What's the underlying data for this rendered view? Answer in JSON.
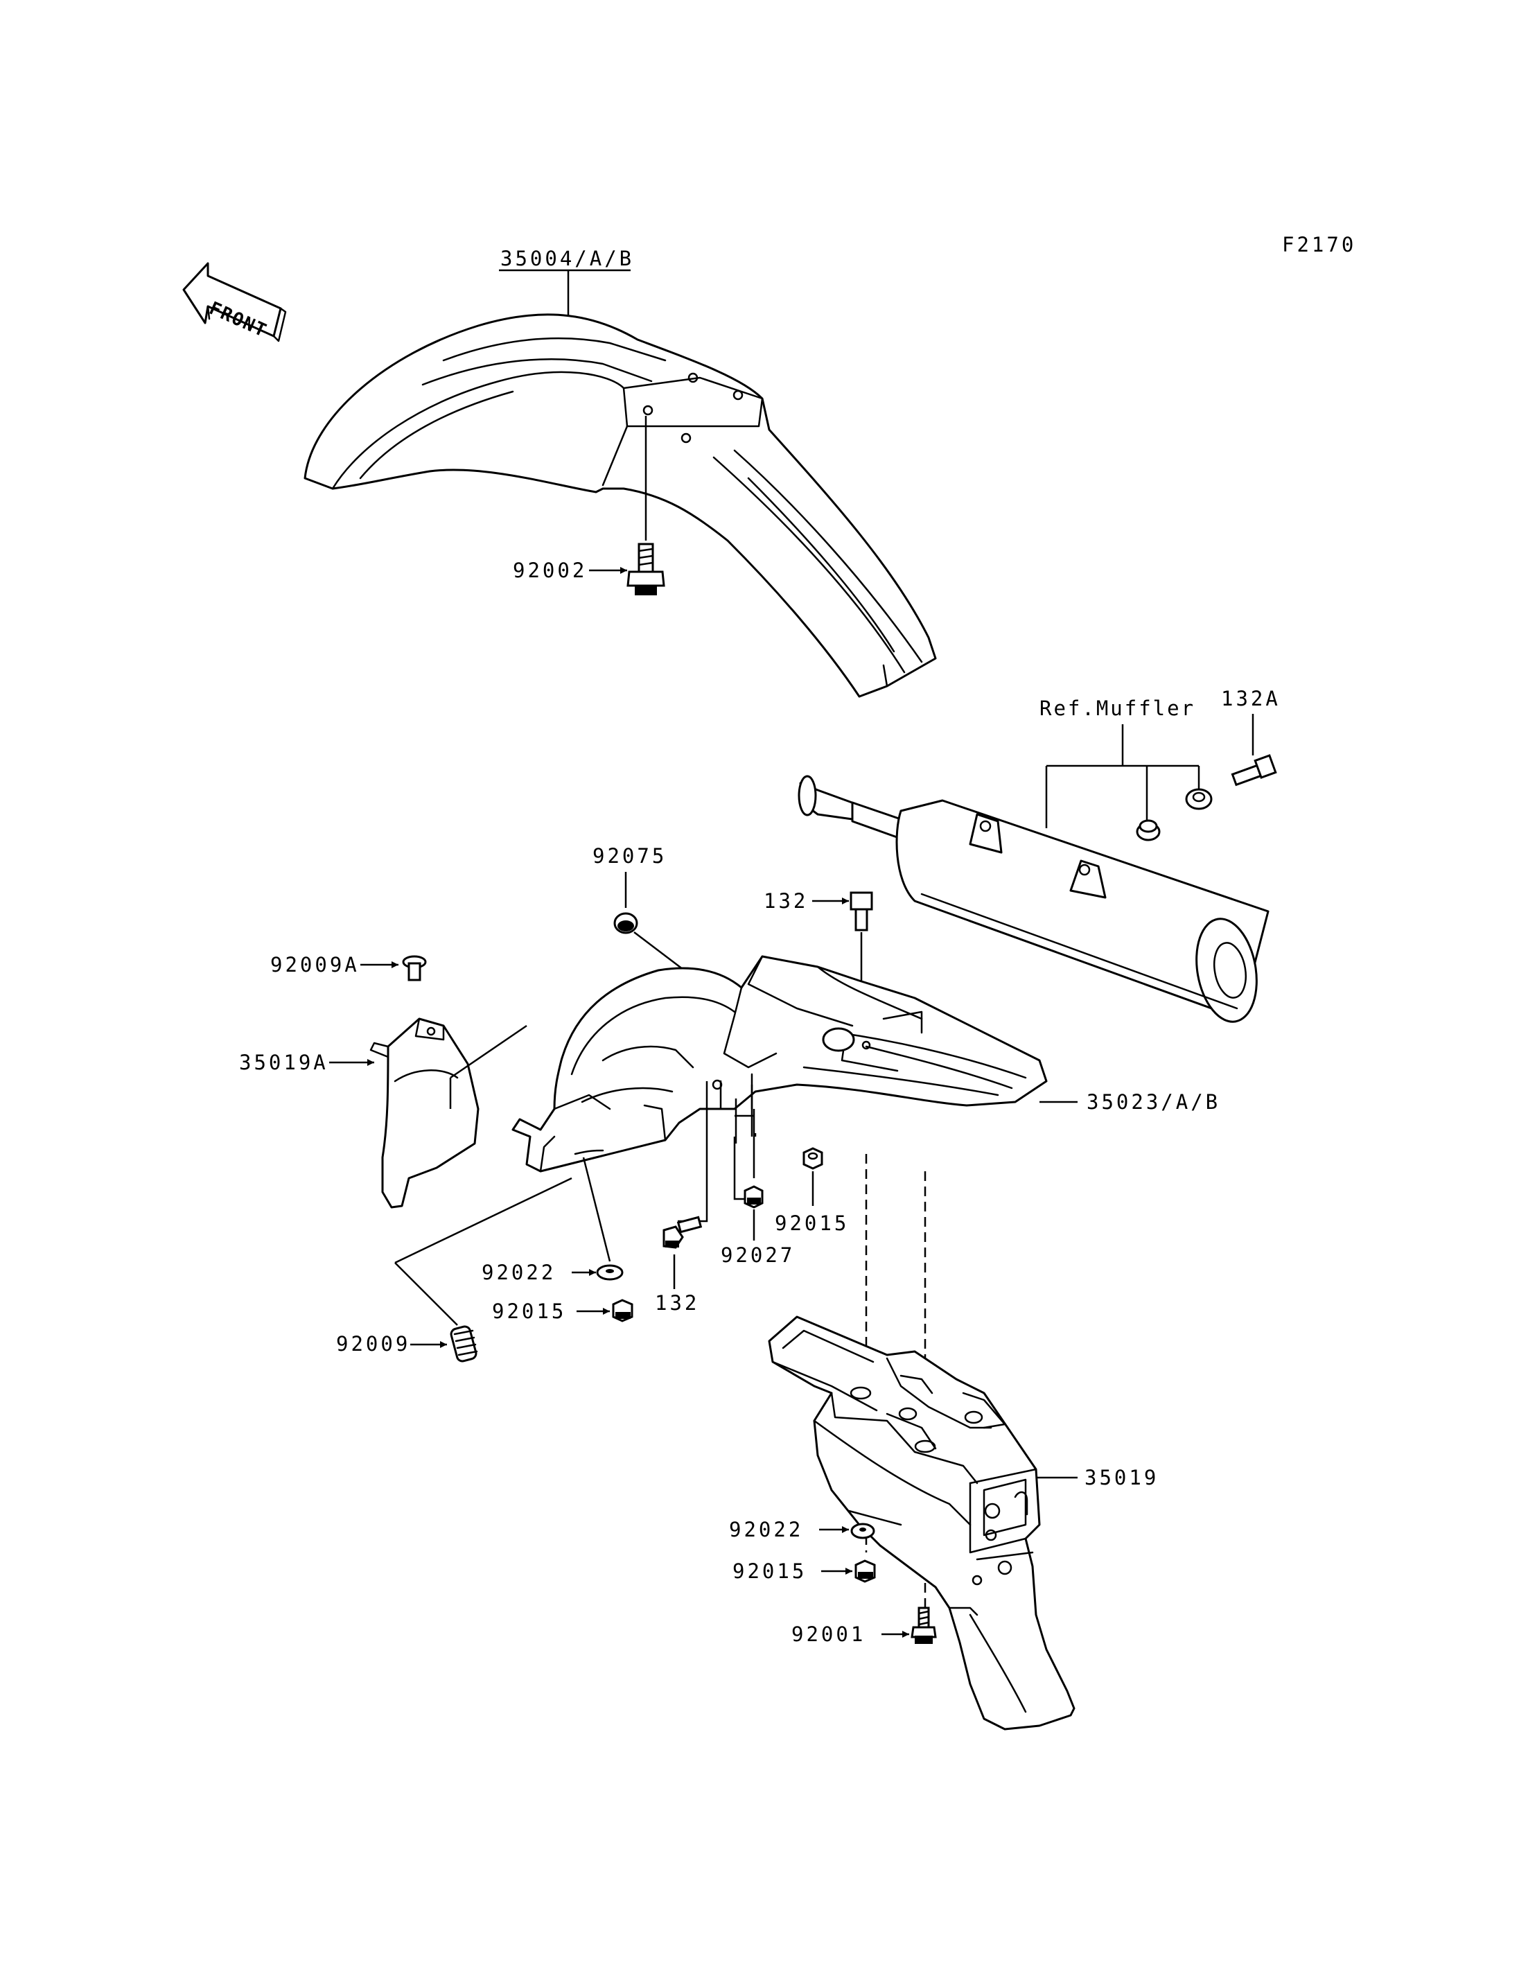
{
  "figure_code": "F2170",
  "front_label": "FRONT",
  "colors": {
    "ink": "#000000",
    "paper": "#ffffff"
  },
  "callouts": {
    "front_fender": "35004/A/B",
    "front_fender_bolt": "92002",
    "ref_muffler": "Ref.Muffler",
    "muffler_bolt": "132A",
    "collar_92075": "92075",
    "bolt_132_upper": "132",
    "bolt_92009A": "92009A",
    "flap_35019A": "35019A",
    "rear_fender": "35023/A/B",
    "washer_92022_left": "92022",
    "nut_92015_left": "92015",
    "bolt_132_lower": "132",
    "nut_92027": "92027",
    "nut_92015_mid": "92015",
    "screw_92009": "92009",
    "rear_flap_35019": "35019",
    "washer_92022_right": "92022",
    "nut_92015_right": "92015",
    "bolt_92001": "92001"
  }
}
